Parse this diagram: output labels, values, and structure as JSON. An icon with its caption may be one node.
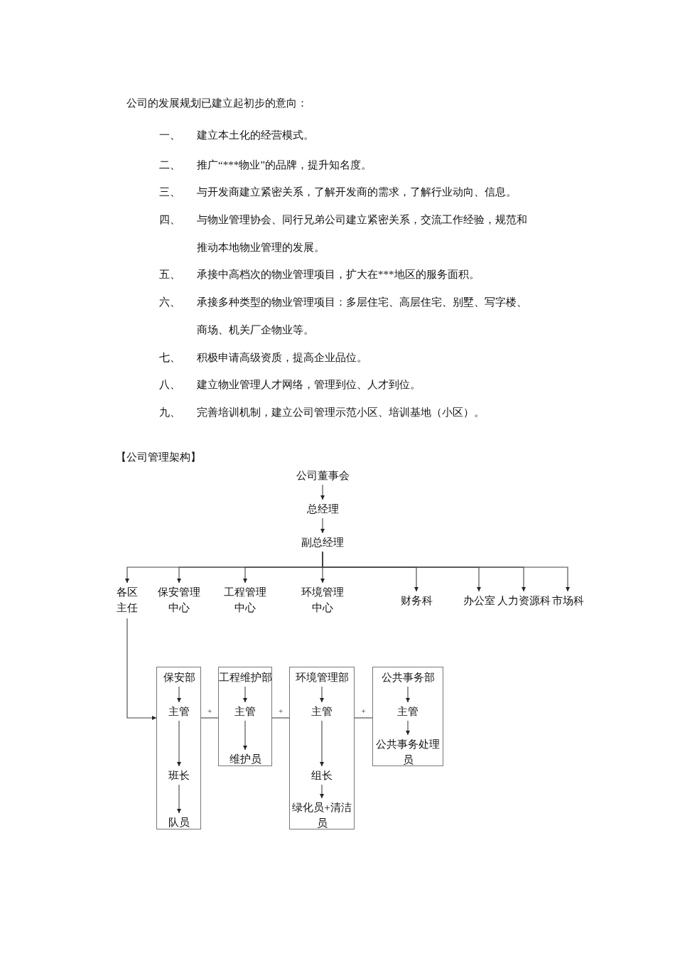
{
  "diagram": {
    "title": "【公司管理架构】",
    "nodes": [
      {
        "text": [
          "公司董事会"
        ]
      },
      {
        "text": [
          "总经理"
        ]
      },
      {
        "text": [
          "副总经理"
        ]
      },
      {
        "text": [
          "各区主任"
        ]
      },
      {
        "text": [
          "保安管理中心"
        ]
      },
      {
        "text": [
          "工程管理中心"
        ]
      },
      {
        "text": [
          "环境管理中心"
        ]
      },
      {
        "text": [
          "财务科"
        ]
      },
      {
        "text": [
          "办公室"
        ]
      },
      {
        "text": [
          "人力资源科"
        ]
      },
      {
        "text": [
          "市场科"
        ]
      },
      {
        "text": [],
        "shape": "box"
      },
      {
        "text": [
          "保安部"
        ],
        "in": 11
      },
      {
        "text": [
          "主管"
        ],
        "in": 11
      },
      {
        "text": [
          "班长"
        ],
        "in": 11
      },
      {
        "text": [
          "队员"
        ],
        "in": 11
      },
      {
        "text": [],
        "shape": "box"
      },
      {
        "text": [
          "工程维护部"
        ],
        "in": 16
      },
      {
        "text": [
          "主管"
        ],
        "in": 16
      },
      {
        "text": [
          "维护员"
        ],
        "in": 16
      },
      {
        "text": [],
        "shape": "box"
      },
      {
        "text": [
          "环境管理部"
        ],
        "in": 20
      },
      {
        "text": [
          "主管"
        ],
        "in": 20
      },
      {
        "text": [
          "组长"
        ],
        "in": 20
      },
      {
        "text": [
          "绿化员+清洁员"
        ],
        "in": 20
      },
      {
        "text": [],
        "shape": "box"
      },
      {
        "text": [
          "公共事务部"
        ],
        "in": 25
      },
      {
        "text": [
          "主管"
        ],
        "in": 25
      },
      {
        "text": [
          "公共事务处理员"
        ],
        "in": 25
      }
    ],
    "edges": [
      {
        "from": 0,
        "to": 1,
        "arrow": "to"
      },
      {
        "from": 1,
        "to": 2,
        "arrow": "to"
      },
      {
        "from": 2,
        "to": 3,
        "arrow": "to"
      },
      {
        "from": 2,
        "to": 4,
        "arrow": "to"
      },
      {
        "from": 2,
        "to": 5,
        "arrow": "to"
      },
      {
        "from": 2,
        "to": 6,
        "arrow": "to"
      },
      {
        "from": 2,
        "to": 7,
        "arrow": "to"
      },
      {
        "from": 2,
        "to": 8,
        "arrow": "to"
      },
      {
        "from": 2,
        "to": 9,
        "arrow": "to"
      },
      {
        "from": 2,
        "to": 10,
        "arrow": "to"
      },
      {
        "from": 3,
        "to": 11,
        "arrow": "to"
      },
      {
        "from": 11,
        "to": 16,
        "arrow": "none",
        "label": "+"
      },
      {
        "from": 16,
        "to": 20,
        "arrow": "none",
        "label": "+"
      },
      {
        "from": 20,
        "to": 25,
        "arrow": "none",
        "label": "+"
      },
      {
        "from": 12,
        "to": 13,
        "arrow": "to"
      },
      {
        "from": 13,
        "to": 14,
        "arrow": "to"
      },
      {
        "from": 14,
        "to": 15,
        "arrow": "to"
      },
      {
        "from": 17,
        "to": 18,
        "arrow": "to"
      },
      {
        "from": 18,
        "to": 19,
        "arrow": "to"
      },
      {
        "from": 21,
        "to": 22,
        "arrow": "to"
      },
      {
        "from": 22,
        "to": 23,
        "arrow": "to"
      },
      {
        "from": 23,
        "to": 24,
        "arrow": "to"
      },
      {
        "from": 26,
        "to": 27,
        "arrow": "to"
      },
      {
        "from": 27,
        "to": 28,
        "arrow": "to"
      }
    ],
    "labels": [
      "公司的发展规划已建立起初步的意向：",
      "一、",
      "建立本土化的经营模式。",
      "二、",
      "推广“***物业”的品牌，提升知名度。",
      "三、",
      "与开发商建立紧密关系，了解开发商的需求，了解行业动向、信息。",
      "四、",
      "与物业管理协会、同行兄弟公司建立紧密关系，交流工作经验，规范和推动本地物业管理的发展。",
      "五、",
      "承接中高档次的物业管理项目，扩大在***地区的服务面积。",
      "六、",
      "承接多种类型的物业管理项目：多层住宅、高层住宅、别墅、写字楼、商场、机关厂企物业等。",
      "七、",
      "积极申请高级资质，提高企业品位。",
      "八、",
      "建立物业管理人才网络，管理到位、人才到位。",
      "九、",
      "完善培训机制，建立公司管理示范小区、培训基地（小区）。"
    ]
  }
}
